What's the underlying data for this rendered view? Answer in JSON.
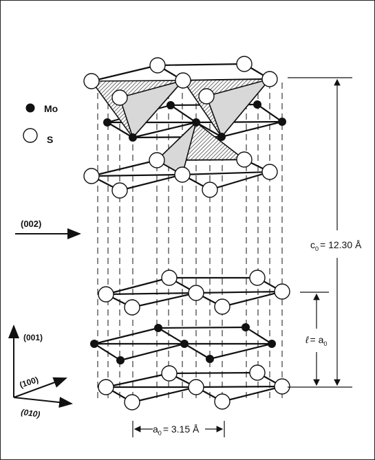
{
  "legend": {
    "mo_label": "Mo",
    "s_label": "S"
  },
  "direction_label": "(002)",
  "axes": {
    "axis_001": "(001)",
    "axis_100": "(100)",
    "axis_010": "(010)"
  },
  "dimensions": {
    "c0": {
      "symbol": "c",
      "subscript": "0",
      "value": "= 12.30 Å"
    },
    "layer": {
      "symbol": "ℓ",
      "rhs": "= a",
      "subscript": "0"
    },
    "a0": {
      "symbol": "a",
      "subscript": "0",
      "value": "= 3.15 Å"
    }
  },
  "colors": {
    "line": "#111111",
    "sulfur_fill": "#ffffff",
    "molybdenum_fill": "#111111",
    "hatch": "#333333",
    "shade": "#d8d8d8"
  }
}
